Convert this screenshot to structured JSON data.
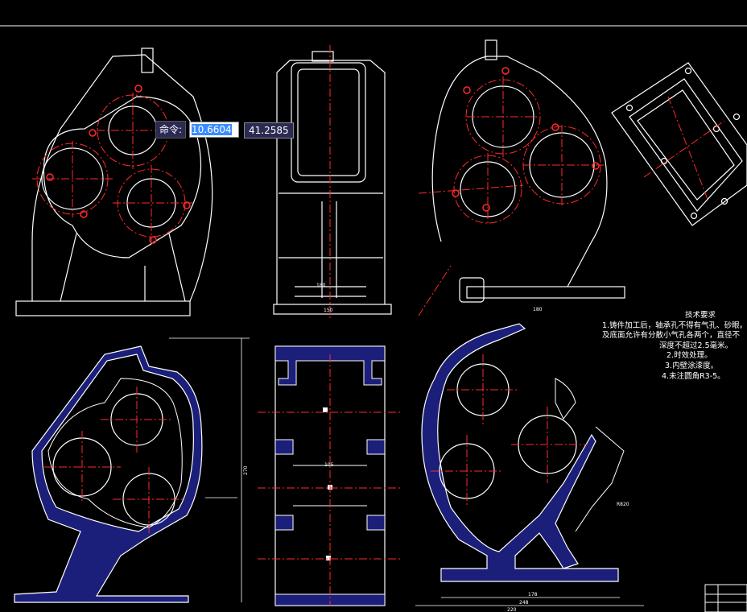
{
  "colors": {
    "background": "#000000",
    "line": "#ffffff",
    "center_line": "#ff2a2a",
    "section_fill": "#1b1f7a",
    "input_bg": "#2a2a52",
    "highlight": "#3a8cff"
  },
  "dynamic_input": {
    "prompt_label": "命令:",
    "value_x": "10.6604",
    "value_y": "41.2585"
  },
  "technical_requirements": {
    "title": "技术要求",
    "lines": [
      "1.铸件加工后，轴承孔不得有气孔、砂眼。",
      "及底面允许有分散小气孔各两个，直径不",
      "深度不超过2.5毫米。",
      "2.时效处理。",
      "3.内壁涂漆度。",
      "4.未注圆角R3-5。"
    ]
  },
  "dimensions": {
    "top_front_width": "180",
    "top_front_width2": "150",
    "top_right_width": "180",
    "bottom_right_width": "178",
    "bottom_right_width2": "248",
    "bottom_right_overall": "220",
    "bottom_left_height": "270",
    "center_width": "105",
    "radius_note": "R820"
  }
}
